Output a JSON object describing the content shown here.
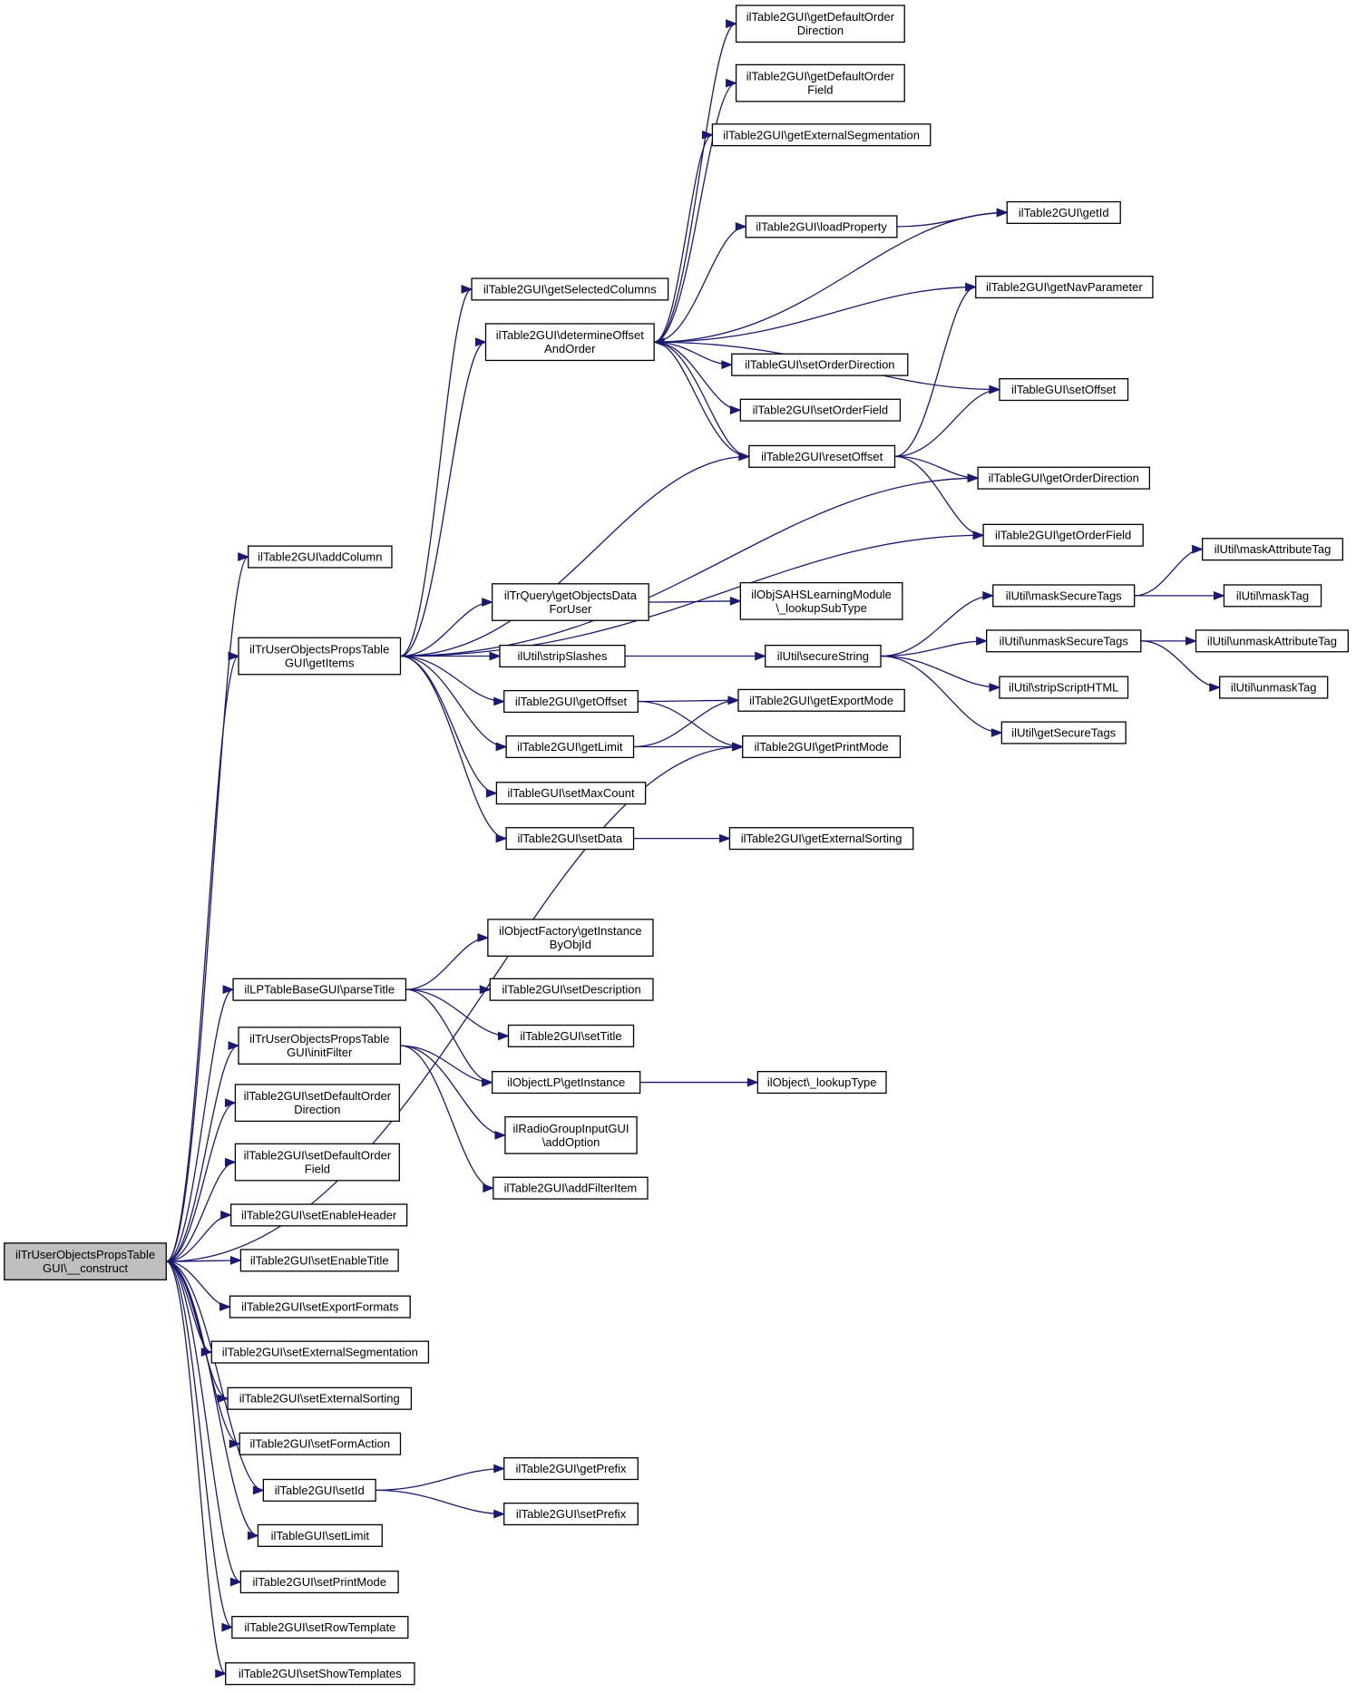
{
  "diagram": {
    "colors": {
      "edge": "#191970",
      "node_border": "#000000",
      "root_fill": "#bfbfbf",
      "node_fill": "#ffffff"
    },
    "nodes": [
      {
        "id": "root",
        "lines": [
          "ilTrUserObjectsPropsTable",
          "GUI\\__construct"
        ],
        "root": true
      },
      {
        "id": "addColumn",
        "lines": [
          "ilTable2GUI\\addColumn"
        ]
      },
      {
        "id": "getItems",
        "lines": [
          "ilTrUserObjectsPropsTable",
          "GUI\\getItems"
        ]
      },
      {
        "id": "parseTitle",
        "lines": [
          "ilLPTableBaseGUI\\parseTitle"
        ]
      },
      {
        "id": "initFilter",
        "lines": [
          "ilTrUserObjectsPropsTable",
          "GUI\\initFilter"
        ]
      },
      {
        "id": "setDefOrderDir",
        "lines": [
          "ilTable2GUI\\setDefaultOrder",
          "Direction"
        ]
      },
      {
        "id": "setDefOrderField",
        "lines": [
          "ilTable2GUI\\setDefaultOrder",
          "Field"
        ]
      },
      {
        "id": "setEnableHeader",
        "lines": [
          "ilTable2GUI\\setEnableHeader"
        ]
      },
      {
        "id": "setEnableTitle",
        "lines": [
          "ilTable2GUI\\setEnableTitle"
        ]
      },
      {
        "id": "setExportFormats",
        "lines": [
          "ilTable2GUI\\setExportFormats"
        ]
      },
      {
        "id": "setExtSeg",
        "lines": [
          "ilTable2GUI\\setExternalSegmentation"
        ]
      },
      {
        "id": "setExtSort",
        "lines": [
          "ilTable2GUI\\setExternalSorting"
        ]
      },
      {
        "id": "setFormAction",
        "lines": [
          "ilTable2GUI\\setFormAction"
        ]
      },
      {
        "id": "setId",
        "lines": [
          "ilTable2GUI\\setId"
        ]
      },
      {
        "id": "setLimit",
        "lines": [
          "ilTableGUI\\setLimit"
        ]
      },
      {
        "id": "setPrintMode",
        "lines": [
          "ilTable2GUI\\setPrintMode"
        ]
      },
      {
        "id": "setRowTemplate",
        "lines": [
          "ilTable2GUI\\setRowTemplate"
        ]
      },
      {
        "id": "setShowTemplates",
        "lines": [
          "ilTable2GUI\\setShowTemplates"
        ]
      },
      {
        "id": "getSelCols",
        "lines": [
          "ilTable2GUI\\getSelectedColumns"
        ]
      },
      {
        "id": "determine",
        "lines": [
          "ilTable2GUI\\determineOffset",
          "AndOrder"
        ]
      },
      {
        "id": "getObjData",
        "lines": [
          "ilTrQuery\\getObjectsData",
          "ForUser"
        ]
      },
      {
        "id": "stripSlashes",
        "lines": [
          "ilUtil\\stripSlashes"
        ]
      },
      {
        "id": "getOffset",
        "lines": [
          "ilTable2GUI\\getOffset"
        ]
      },
      {
        "id": "getLimit",
        "lines": [
          "ilTable2GUI\\getLimit"
        ]
      },
      {
        "id": "setMaxCount",
        "lines": [
          "ilTableGUI\\setMaxCount"
        ]
      },
      {
        "id": "setData",
        "lines": [
          "ilTable2GUI\\setData"
        ]
      },
      {
        "id": "getInstByObjId",
        "lines": [
          "ilObjectFactory\\getInstance",
          "ByObjId"
        ]
      },
      {
        "id": "setDescription",
        "lines": [
          "ilTable2GUI\\setDescription"
        ]
      },
      {
        "id": "setTitle",
        "lines": [
          "ilTable2GUI\\setTitle"
        ]
      },
      {
        "id": "objLPGetInst",
        "lines": [
          "ilObjectLP\\getInstance"
        ]
      },
      {
        "id": "addOption",
        "lines": [
          "ilRadioGroupInputGUI",
          "\\addOption"
        ]
      },
      {
        "id": "addFilterItem",
        "lines": [
          "ilTable2GUI\\addFilterItem"
        ]
      },
      {
        "id": "getPrefix",
        "lines": [
          "ilTable2GUI\\getPrefix"
        ]
      },
      {
        "id": "setPrefix",
        "lines": [
          "ilTable2GUI\\setPrefix"
        ]
      },
      {
        "id": "getDefOrderDir",
        "lines": [
          "ilTable2GUI\\getDefaultOrder",
          "Direction"
        ]
      },
      {
        "id": "getDefOrderField",
        "lines": [
          "ilTable2GUI\\getDefaultOrder",
          "Field"
        ]
      },
      {
        "id": "getExtSeg",
        "lines": [
          "ilTable2GUI\\getExternalSegmentation"
        ]
      },
      {
        "id": "loadProperty",
        "lines": [
          "ilTable2GUI\\loadProperty"
        ]
      },
      {
        "id": "setOrderDir",
        "lines": [
          "ilTableGUI\\setOrderDirection"
        ]
      },
      {
        "id": "setOrderField",
        "lines": [
          "ilTable2GUI\\setOrderField"
        ]
      },
      {
        "id": "resetOffset",
        "lines": [
          "ilTable2GUI\\resetOffset"
        ]
      },
      {
        "id": "lookupSubType",
        "lines": [
          "ilObjSAHSLearningModule",
          "\\_lookupSubType"
        ]
      },
      {
        "id": "secureString",
        "lines": [
          "ilUtil\\secureString"
        ]
      },
      {
        "id": "getExportMode",
        "lines": [
          "ilTable2GUI\\getExportMode"
        ]
      },
      {
        "id": "getPrintMode",
        "lines": [
          "ilTable2GUI\\getPrintMode"
        ]
      },
      {
        "id": "getExtSort",
        "lines": [
          "ilTable2GUI\\getExternalSorting"
        ]
      },
      {
        "id": "lookupType",
        "lines": [
          "ilObject\\_lookupType"
        ]
      },
      {
        "id": "getId",
        "lines": [
          "ilTable2GUI\\getId"
        ]
      },
      {
        "id": "getNavParam",
        "lines": [
          "ilTable2GUI\\getNavParameter"
        ]
      },
      {
        "id": "setOffset",
        "lines": [
          "ilTableGUI\\setOffset"
        ]
      },
      {
        "id": "getOrderDir",
        "lines": [
          "ilTableGUI\\getOrderDirection"
        ]
      },
      {
        "id": "getOrderField",
        "lines": [
          "ilTable2GUI\\getOrderField"
        ]
      },
      {
        "id": "maskSecureTags",
        "lines": [
          "ilUtil\\maskSecureTags"
        ]
      },
      {
        "id": "unmaskSecureTags",
        "lines": [
          "ilUtil\\unmaskSecureTags"
        ]
      },
      {
        "id": "stripScriptHTML",
        "lines": [
          "ilUtil\\stripScriptHTML"
        ]
      },
      {
        "id": "getSecureTags",
        "lines": [
          "ilUtil\\getSecureTags"
        ]
      },
      {
        "id": "maskAttrTag",
        "lines": [
          "ilUtil\\maskAttributeTag"
        ]
      },
      {
        "id": "maskTag",
        "lines": [
          "ilUtil\\maskTag"
        ]
      },
      {
        "id": "unmaskAttrTag",
        "lines": [
          "ilUtil\\unmaskAttributeTag"
        ]
      },
      {
        "id": "unmaskTag",
        "lines": [
          "ilUtil\\unmaskTag"
        ]
      }
    ],
    "edges": [
      [
        "root",
        "addColumn"
      ],
      [
        "root",
        "getItems"
      ],
      [
        "root",
        "getPrintMode"
      ],
      [
        "root",
        "parseTitle"
      ],
      [
        "root",
        "initFilter"
      ],
      [
        "root",
        "setDefOrderDir"
      ],
      [
        "root",
        "setDefOrderField"
      ],
      [
        "root",
        "setEnableHeader"
      ],
      [
        "root",
        "setEnableTitle"
      ],
      [
        "root",
        "setExportFormats"
      ],
      [
        "root",
        "setExtSeg"
      ],
      [
        "root",
        "setExtSort"
      ],
      [
        "root",
        "setFormAction"
      ],
      [
        "root",
        "setId"
      ],
      [
        "root",
        "setLimit"
      ],
      [
        "root",
        "setPrintMode"
      ],
      [
        "root",
        "setRowTemplate"
      ],
      [
        "root",
        "setShowTemplates"
      ],
      [
        "getItems",
        "getSelCols"
      ],
      [
        "getItems",
        "determine"
      ],
      [
        "getItems",
        "resetOffset"
      ],
      [
        "getItems",
        "getOrderDir"
      ],
      [
        "getItems",
        "getOrderField"
      ],
      [
        "getItems",
        "getObjData"
      ],
      [
        "getItems",
        "stripSlashes"
      ],
      [
        "getItems",
        "getOffset"
      ],
      [
        "getItems",
        "getLimit"
      ],
      [
        "getItems",
        "setMaxCount"
      ],
      [
        "getItems",
        "setData"
      ],
      [
        "determine",
        "getDefOrderDir"
      ],
      [
        "determine",
        "getDefOrderField"
      ],
      [
        "determine",
        "getExtSeg"
      ],
      [
        "determine",
        "getId"
      ],
      [
        "determine",
        "loadProperty"
      ],
      [
        "determine",
        "getNavParam"
      ],
      [
        "determine",
        "setOrderDir"
      ],
      [
        "determine",
        "setOffset"
      ],
      [
        "determine",
        "setOrderField"
      ],
      [
        "determine",
        "resetOffset"
      ],
      [
        "loadProperty",
        "getId"
      ],
      [
        "resetOffset",
        "determine"
      ],
      [
        "resetOffset",
        "getNavParam"
      ],
      [
        "resetOffset",
        "setOffset"
      ],
      [
        "resetOffset",
        "getOrderDir"
      ],
      [
        "resetOffset",
        "getOrderField"
      ],
      [
        "getObjData",
        "lookupSubType"
      ],
      [
        "stripSlashes",
        "secureString"
      ],
      [
        "secureString",
        "maskSecureTags"
      ],
      [
        "secureString",
        "unmaskSecureTags"
      ],
      [
        "secureString",
        "stripScriptHTML"
      ],
      [
        "secureString",
        "getSecureTags"
      ],
      [
        "maskSecureTags",
        "maskAttrTag"
      ],
      [
        "maskSecureTags",
        "maskTag"
      ],
      [
        "unmaskSecureTags",
        "unmaskAttrTag"
      ],
      [
        "unmaskSecureTags",
        "unmaskTag"
      ],
      [
        "getOffset",
        "getExportMode"
      ],
      [
        "getOffset",
        "getPrintMode"
      ],
      [
        "getLimit",
        "getExportMode"
      ],
      [
        "getLimit",
        "getPrintMode"
      ],
      [
        "setData",
        "getExtSort"
      ],
      [
        "parseTitle",
        "getInstByObjId"
      ],
      [
        "parseTitle",
        "setDescription"
      ],
      [
        "parseTitle",
        "setTitle"
      ],
      [
        "parseTitle",
        "objLPGetInst"
      ],
      [
        "initFilter",
        "objLPGetInst"
      ],
      [
        "initFilter",
        "addOption"
      ],
      [
        "initFilter",
        "addFilterItem"
      ],
      [
        "objLPGetInst",
        "lookupType"
      ],
      [
        "setId",
        "getPrefix"
      ],
      [
        "setId",
        "setPrefix"
      ]
    ]
  }
}
